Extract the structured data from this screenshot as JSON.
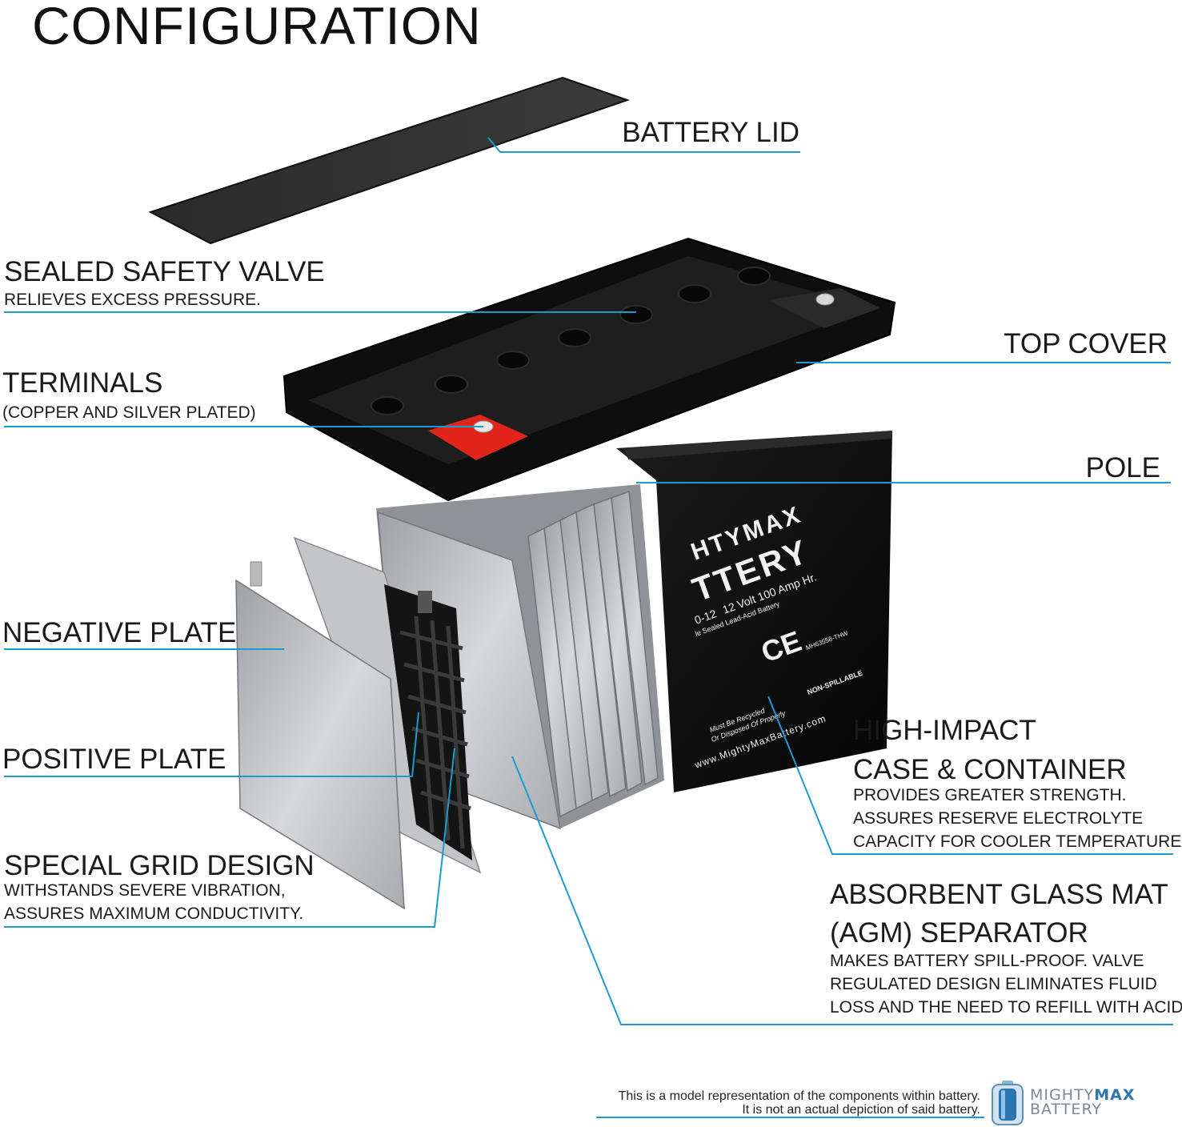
{
  "title": "CONFIGURATION",
  "colors": {
    "leader": "#1e9ad3",
    "case": "#0c0c0c",
    "plate": "#c4c6c9",
    "positive_terminal": "#e0251b"
  },
  "labels": {
    "battery_lid": "BATTERY LID",
    "safety_valve": {
      "title": "SEALED SAFETY VALVE",
      "desc": "RELIEVES EXCESS PRESSURE."
    },
    "top_cover": "TOP COVER",
    "terminals": {
      "title": "TERMINALS",
      "desc": "(COPPER AND SILVER PLATED)"
    },
    "pole": "POLE",
    "negative_plate": "NEGATIVE PLATE",
    "positive_plate": "POSITIVE PLATE",
    "grid_design": {
      "title": "SPECIAL GRID DESIGN",
      "desc": [
        "WITHSTANDS SEVERE VIBRATION,",
        "ASSURES MAXIMUM CONDUCTIVITY."
      ]
    },
    "case": {
      "title": [
        "HIGH-IMPACT",
        "CASE & CONTAINER"
      ],
      "desc": [
        "PROVIDES GREATER STRENGTH.",
        "ASSURES RESERVE ELECTROLYTE",
        "CAPACITY FOR COOLER TEMPERATURES."
      ]
    },
    "agm": {
      "title": [
        "ABSORBENT GLASS MAT",
        "(AGM) SEPARATOR"
      ],
      "desc": [
        "MAKES BATTERY SPILL-PROOF. VALVE",
        "REGULATED DESIGN ELIMINATES FLUID",
        "LOSS AND THE NEED TO REFILL WITH ACID."
      ]
    }
  },
  "battery_print": {
    "brand_line1": "HTYMAX",
    "brand_line2": "TTERY",
    "model": "0-12",
    "spec": "12 Volt 100 Amp Hr.",
    "type": "le Sealed Lead-Acid Battery",
    "cert_code": "MH63558-THW",
    "non_spillable": "NON-SPILLABLE",
    "recycle": [
      "Must Be Recycled",
      "Or Disposed Of Properly"
    ],
    "website": "www.MightyMaxBattery.com"
  },
  "footer": {
    "disclaimer": [
      "This is a model representation of the components within battery.",
      "It is not an actual depiction of said battery."
    ],
    "logo_line1a": "MIGHTY",
    "logo_line1b": "MAX",
    "logo_line2": "BATTERY"
  }
}
